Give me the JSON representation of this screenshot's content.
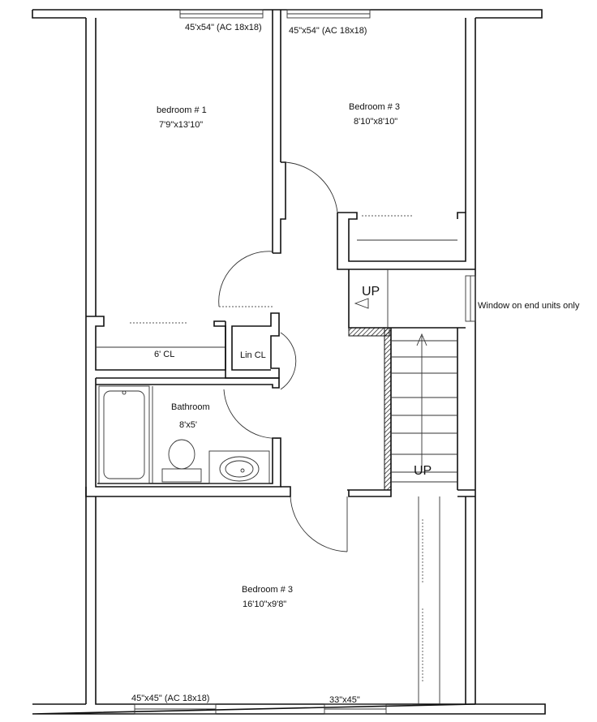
{
  "labels": {
    "window_top_left": "45'x54\" (AC 18x18)",
    "window_top_right": "45\"x54\" (AC 18x18)",
    "bedroom1_name": "bedroom # 1",
    "bedroom1_size": "7'9\"x13'10\"",
    "bedroom3_top_name": "Bedroom # 3",
    "bedroom3_top_size": "8'10\"x8'10\"",
    "closet_6": "6' CL",
    "lin_closet": "Lin CL",
    "bathroom_name": "Bathroom",
    "bathroom_size": "8'x5'",
    "up_landing": "UP",
    "up_stairs": "UP",
    "window_note": "Window on end units only",
    "bedroom3_bottom_name": "Bedroom # 3",
    "bedroom3_bottom_size": "16'10\"x9'8\"",
    "window_bottom_left": "45\"x45\" (AC 18x18)",
    "window_bottom_right": "33\"x45\""
  }
}
